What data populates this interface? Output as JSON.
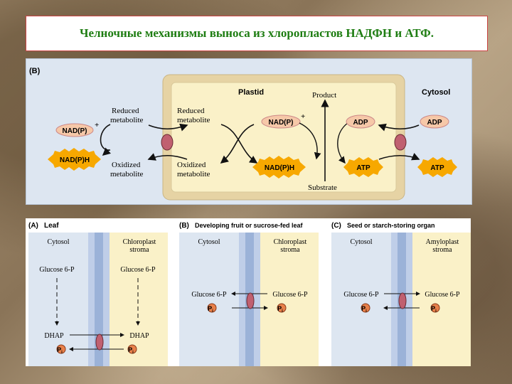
{
  "title": "Челночные механизмы выноса из хлоропластов НАДФН и АТФ.",
  "panel_b": {
    "label": "(B)",
    "plastid": "Plastid",
    "cytosol": "Cytosol",
    "product": "Product",
    "substrate": "Substrate",
    "reduced_metabolite_left": [
      "Reduced",
      "metabolite"
    ],
    "oxidized_metabolite_left": [
      "Oxidized",
      "metabolite"
    ],
    "reduced_metabolite_right": [
      "Reduced",
      "metabolite"
    ],
    "oxidized_metabolite_right": [
      "Oxidized",
      "metabolite"
    ],
    "nadp_left": "NAD(P)",
    "nadph_left": "NAD(P)H",
    "nadp_right": "NAD(P)",
    "nadph_right": "NAD(P)H",
    "plus": "+",
    "adp_in": "ADP",
    "atp_in": "ATP",
    "adp_out": "ADP",
    "atp_out": "ATP"
  },
  "panel_a": {
    "label": "(A)",
    "heading": "Leaf",
    "cytosol": "Cytosol",
    "stroma": [
      "Chloroplast",
      "stroma"
    ],
    "g6p_left": "Glucose 6-P",
    "g6p_right": "Glucose 6-P",
    "dhap_left": "DHAP",
    "dhap_right": "DHAP",
    "pi": "P",
    "pi_sub": "i"
  },
  "panel_b2": {
    "label": "(B)",
    "heading": "Developing fruit or sucrose-fed leaf",
    "cytosol": "Cytosol",
    "stroma": [
      "Chloroplast",
      "stroma"
    ],
    "g6p_left": "Glucose 6-P",
    "g6p_right": "Glucose 6-P",
    "pi": "P",
    "pi_sub": "i"
  },
  "panel_c": {
    "label": "(C)",
    "heading": "Seed or starch-storing organ",
    "cytosol": "Cytosol",
    "stroma": [
      "Amyloplast",
      "stroma"
    ],
    "g6p_left": "Glucose 6-P",
    "g6p_right": "Glucose 6-P",
    "pi": "P",
    "pi_sub": "i"
  },
  "colors": {
    "title": "#1e7d12",
    "plastid_fill": "#faf1c8",
    "plastid_border": "#d9c99a",
    "cofactor_fill": "#f6c8a8",
    "star_fill": "#f7a800",
    "transporter": "#c06070",
    "membrane": "#9bb2d8"
  }
}
